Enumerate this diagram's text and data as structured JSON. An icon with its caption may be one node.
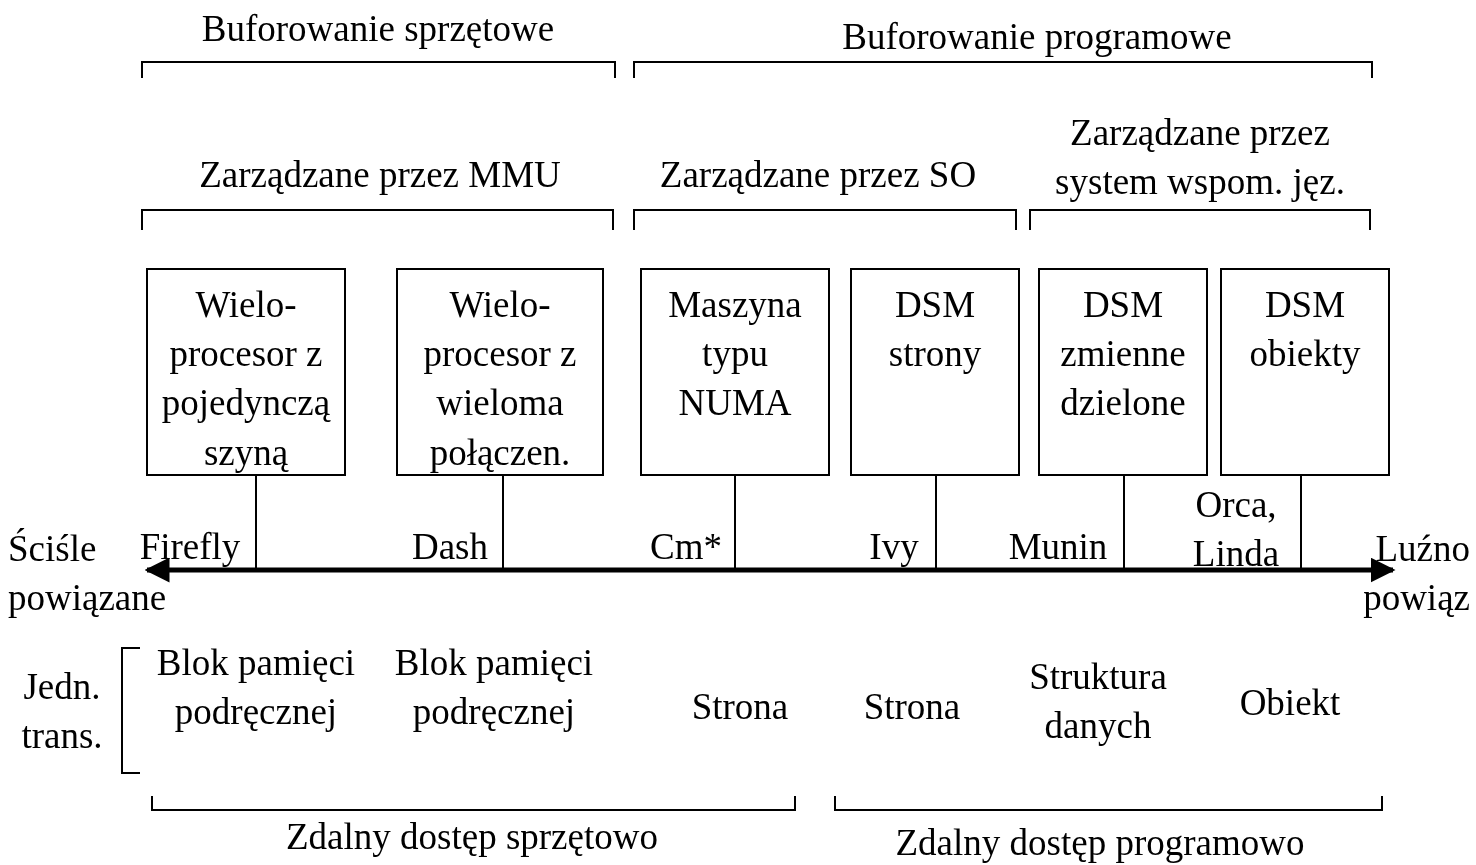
{
  "diagram": {
    "nodes": [
      {
        "text": [
          "Wielo-procesor z pojedynczą szyną"
        ]
      },
      {
        "text": [
          "Wielo-procesor z wieloma połączen."
        ]
      },
      {
        "text": [
          "Maszyna typu NUMA"
        ]
      },
      {
        "text": [
          "DSM strony"
        ]
      },
      {
        "text": [
          "DSM zmienne dzielone"
        ]
      },
      {
        "text": [
          "DSM obiekty"
        ]
      }
    ],
    "edges": [
      {
        "from": 0,
        "to": null,
        "arrow": "none"
      },
      {
        "from": 1,
        "to": null,
        "arrow": "none"
      },
      {
        "from": 2,
        "to": null,
        "arrow": "none"
      },
      {
        "from": 3,
        "to": null,
        "arrow": "none"
      },
      {
        "from": 4,
        "to": null,
        "arrow": "none"
      },
      {
        "from": 5,
        "to": null,
        "arrow": "none"
      }
    ],
    "labels": [
      "Buforowanie sprzętowe",
      "Buforowanie programowe",
      "Zarządzane przez MMU",
      "Zarządzane przez SO",
      "Zarządzane przez system wspom. jęz.",
      "Orca, Linda",
      "Ściśle powiązane",
      "Firefly",
      "Dash",
      "Cm*",
      "Ivy",
      "Munin",
      "Luźno powiąz",
      "Jedn. trans.",
      "Blok pamięci podręcznej",
      "Blok pamięci podręcznej",
      "Strona",
      "Strona",
      "Struktura danych",
      "Obiekt",
      "Zdalny dostęp sprzętowo",
      "Zdalny dostęp programowo"
    ]
  }
}
